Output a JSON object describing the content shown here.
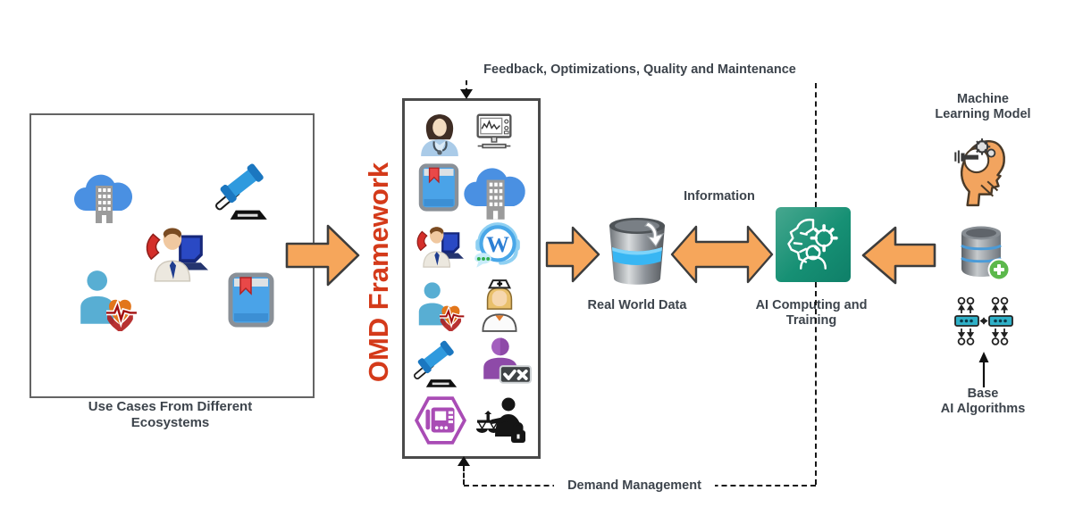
{
  "colors": {
    "arrow_fill": "#f6a65b",
    "arrow_stroke": "#3d3d3d",
    "omd_title": "#d43a1a",
    "label_text": "#3d444c",
    "ai_teal_light": "#47a78f",
    "ai_teal_dark": "#0f7f68"
  },
  "left_panel": {
    "label": "Use Cases From Different\nEcosystems",
    "icons": [
      "cloud-building-icon",
      "gavel-icon",
      "support-agent-icon",
      "patient-health-icon",
      "book-icon"
    ]
  },
  "omd_panel": {
    "title": "OMD Framework",
    "icons": [
      "doctor-icon",
      "monitor-chart-icon",
      "book-icon",
      "cloud-building-icon",
      "support-agent-icon",
      "wordpress-support-icon",
      "patient-health-icon",
      "nurse-icon",
      "gavel-icon",
      "review-check-icon",
      "terminal-hexagon-icon",
      "legal-audit-icon"
    ]
  },
  "pipeline": {
    "real_world_data": "Real World Data",
    "information": "Information",
    "ai_computing": "AI Computing and\nTraining"
  },
  "ml_panel": {
    "model_label": "Machine\nLearning Model",
    "base_label": "Base\nAI Algorithms"
  },
  "flows": {
    "feedback": "Feedback, Optimizations, Quality and Maintenance",
    "demand": "Demand Management"
  }
}
